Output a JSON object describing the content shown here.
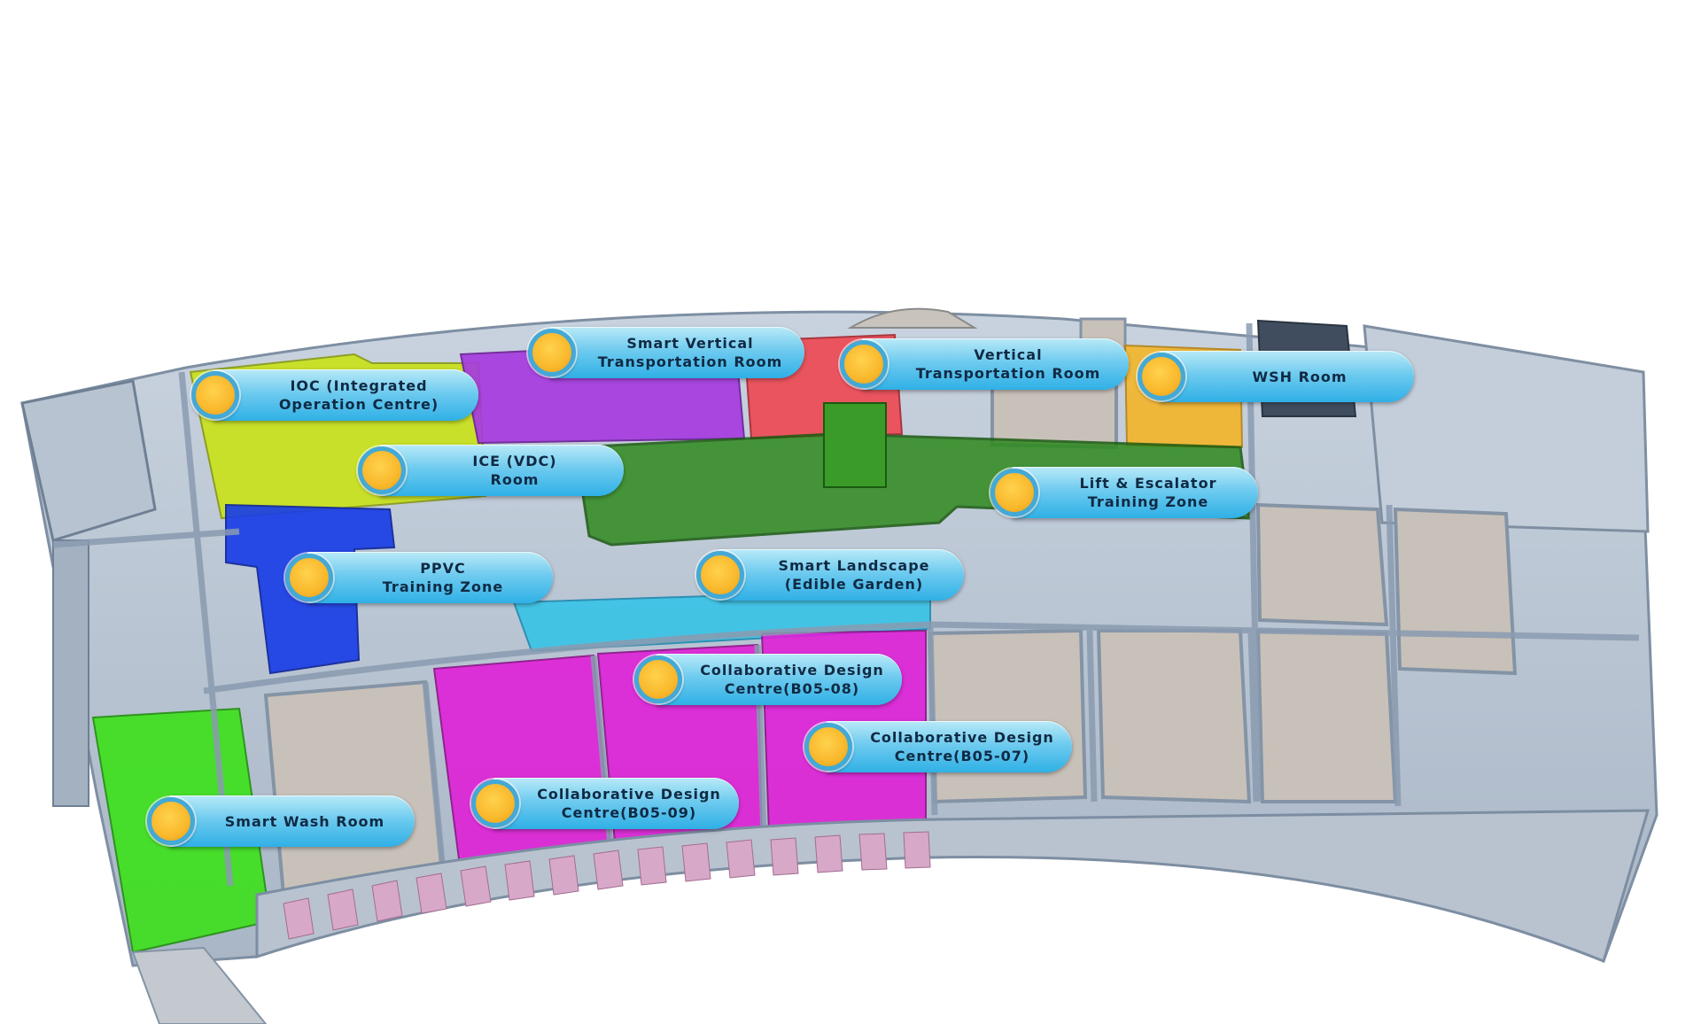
{
  "hotspots": [
    {
      "id": "ioc",
      "label": "IOC (Integrated\nOperation Centre)",
      "color": "#f5b82e"
    },
    {
      "id": "smart-vertical",
      "label": "Smart Vertical\nTransportation Room",
      "color": "#f5b82e"
    },
    {
      "id": "vertical-transport",
      "label": "Vertical\nTransportation Room",
      "color": "#f5b82e"
    },
    {
      "id": "wsh",
      "label": "WSH Room",
      "color": "#f5b82e"
    },
    {
      "id": "ice",
      "label": "ICE (VDC)\nRoom",
      "color": "#f5b82e"
    },
    {
      "id": "lift-escalator",
      "label": "Lift & Escalator\nTraining Zone",
      "color": "#f5b82e"
    },
    {
      "id": "ppvc",
      "label": "PPVC\nTraining Zone",
      "color": "#f5b82e"
    },
    {
      "id": "smart-landscape",
      "label": "Smart Landscape\n(Edible Garden)",
      "color": "#f5b82e"
    },
    {
      "id": "collab-08",
      "label": "Collaborative Design\nCentre(B05-08)",
      "color": "#f5b82e"
    },
    {
      "id": "collab-07",
      "label": "Collaborative Design\nCentre(B05-07)",
      "color": "#f5b82e"
    },
    {
      "id": "collab-09",
      "label": "Collaborative Design\nCentre(B05-09)",
      "color": "#f5b82e"
    },
    {
      "id": "smart-wash",
      "label": "Smart Wash Room",
      "color": "#f5b82e"
    }
  ],
  "zone_colors": {
    "ioc": "#c9e21b",
    "smart_vertical": "#a63be0",
    "vertical_transport": "#ee4a55",
    "wsh": "#f2b62d",
    "ppvc": "#1a3ee6",
    "lift_escalator": "#2f8a1e",
    "smart_landscape": "#2fc3e8",
    "collaborative": "#e020d8",
    "smart_wash": "#3fe01e",
    "structure": "#aebccc"
  }
}
